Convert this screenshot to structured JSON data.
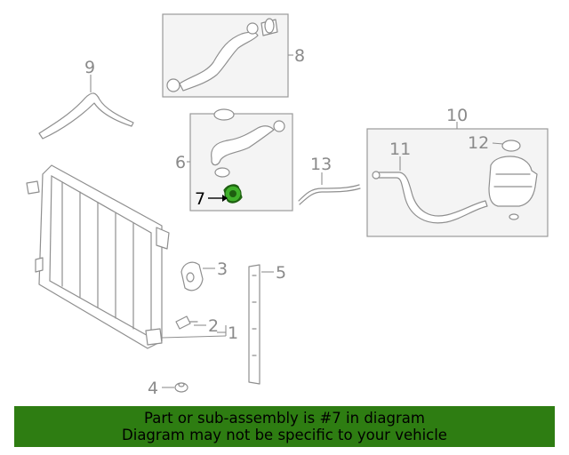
{
  "diagram": {
    "callouts": {
      "c1": "1",
      "c2": "2",
      "c3": "3",
      "c4": "4",
      "c5": "5",
      "c6": "6",
      "c7": "7",
      "c8": "8",
      "c9": "9",
      "c10": "10",
      "c11": "11",
      "c12": "12",
      "c13": "13"
    },
    "highlight_color": "#2e9e1a",
    "callout_color": "#8a8a8a"
  },
  "banner": {
    "line1": "Part or sub-assembly is #7 in diagram",
    "line2": "Diagram may not be specific to your vehicle",
    "background": "#2e7d12"
  }
}
